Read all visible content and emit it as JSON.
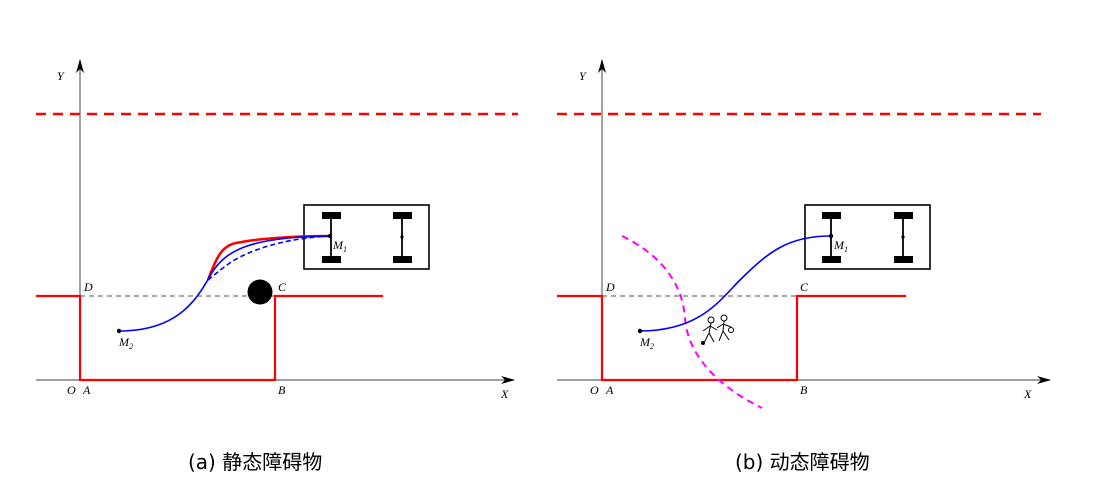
{
  "colors": {
    "road_boundary": "#ff0000",
    "lane_dashed_top": "#ff0000",
    "path_blue": "#0000ff",
    "path_red": "#ff0000",
    "pedestrian_region": "#ff00ff",
    "axis": "#000000",
    "reference_dashed": "#555555"
  },
  "panel_a": {
    "caption": "(a)  静态障碍物",
    "axis_x": "X",
    "axis_y": "Y",
    "origin": "O",
    "points": {
      "A": "A",
      "B": "B",
      "C": "C",
      "D": "D"
    },
    "m1_main": "M",
    "m1_sub": "1",
    "m2_main": "M",
    "m2_sub": "2",
    "obstacle": "static-round-obstacle"
  },
  "panel_b": {
    "caption": "(b)  动态障碍物",
    "axis_x": "X",
    "axis_y": "Y",
    "origin": "O",
    "points": {
      "A": "A",
      "B": "B",
      "C": "C",
      "D": "D"
    },
    "m1_main": "M",
    "m1_sub": "1",
    "m2_main": "M",
    "m2_sub": "2",
    "obstacle": "pedestrian-icon"
  }
}
